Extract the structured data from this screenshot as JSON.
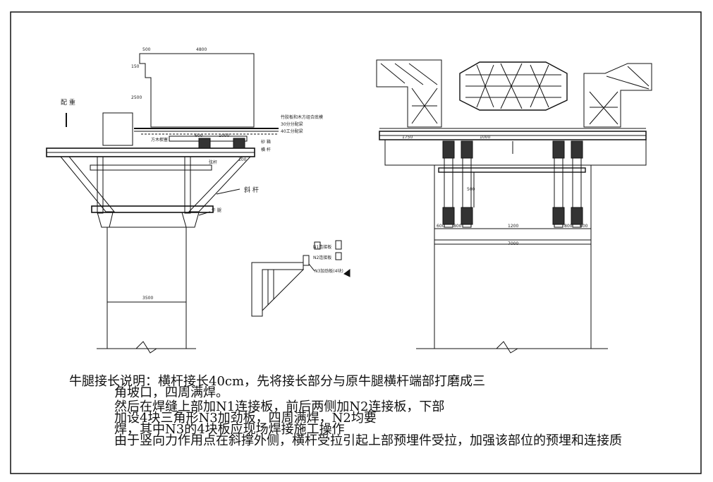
{
  "drawing": {
    "side_view_labels": {
      "dim_top_left": "500",
      "dim_top_main": "4800",
      "dim_left_1": "150",
      "dim_left_2": "2500",
      "left_annotation": "配 重",
      "formwork_note": "竹胶板和木方组合底模",
      "beam_30": "30分分配梁",
      "beam_40": "40工分配梁",
      "timber_pad": "方木楔塞",
      "dim_bottom_1": "600",
      "dim_bottom_2": "1000",
      "sandbox": "砂 箱",
      "crossbar": "横 杆",
      "chord": "弦杆",
      "diagonal": "斜 杆",
      "corbel": "牛 腿",
      "pier_dim": "3500",
      "dim_small_1": "100"
    },
    "detail_labels": {
      "n1": "N1连接板",
      "n2": "N2连接板",
      "n3": "N3加劲板(4块)"
    },
    "front_view_labels": {
      "dim_a": "600",
      "dim_b": "800",
      "dim_c": "1200",
      "dim_d": "800",
      "dim_e": "600",
      "dim_total": "7000",
      "dim_top_1": "1750",
      "dim_top_2": "1000",
      "dim_vertical": "500"
    }
  },
  "notes": {
    "line1": "牛腿接长说明：横杆接长40cm，先将接长部分与原牛腿横杆端部打磨成三",
    "line2": "角坡口，四周满焊。",
    "line3": "然后在焊缝上部加N1连接板，前后两侧加N2连接板，下部",
    "line4": "加设4块三角形N3加劲板，四周满焊，N2均要",
    "line5": "焊，其中N3的4块板应现场焊接施工操作",
    "line6": "由于竖向力作用点在斜撑外侧，横杆受拉引起上部预埋件受拉，加强该部位的预埋和连接质"
  }
}
